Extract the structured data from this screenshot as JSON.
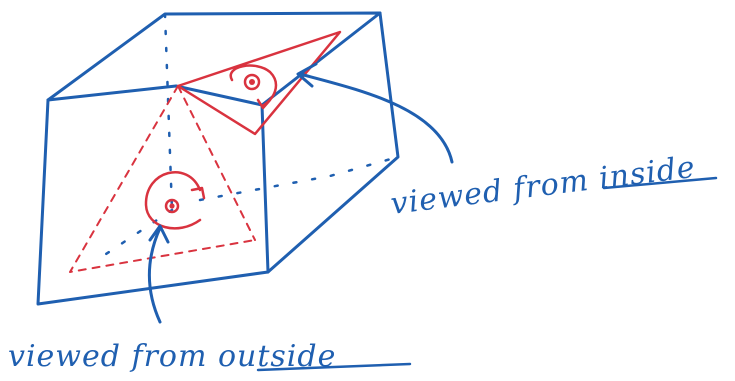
{
  "labels": {
    "inside": {
      "prefix": "viewed from ",
      "emphasis": "inside"
    },
    "outside": {
      "prefix": "viewed from ",
      "emphasis": "outside"
    }
  },
  "colors": {
    "cube_ink": "#1f5fb0",
    "highlight_ink": "#d9333f",
    "background": "#ffffff"
  }
}
